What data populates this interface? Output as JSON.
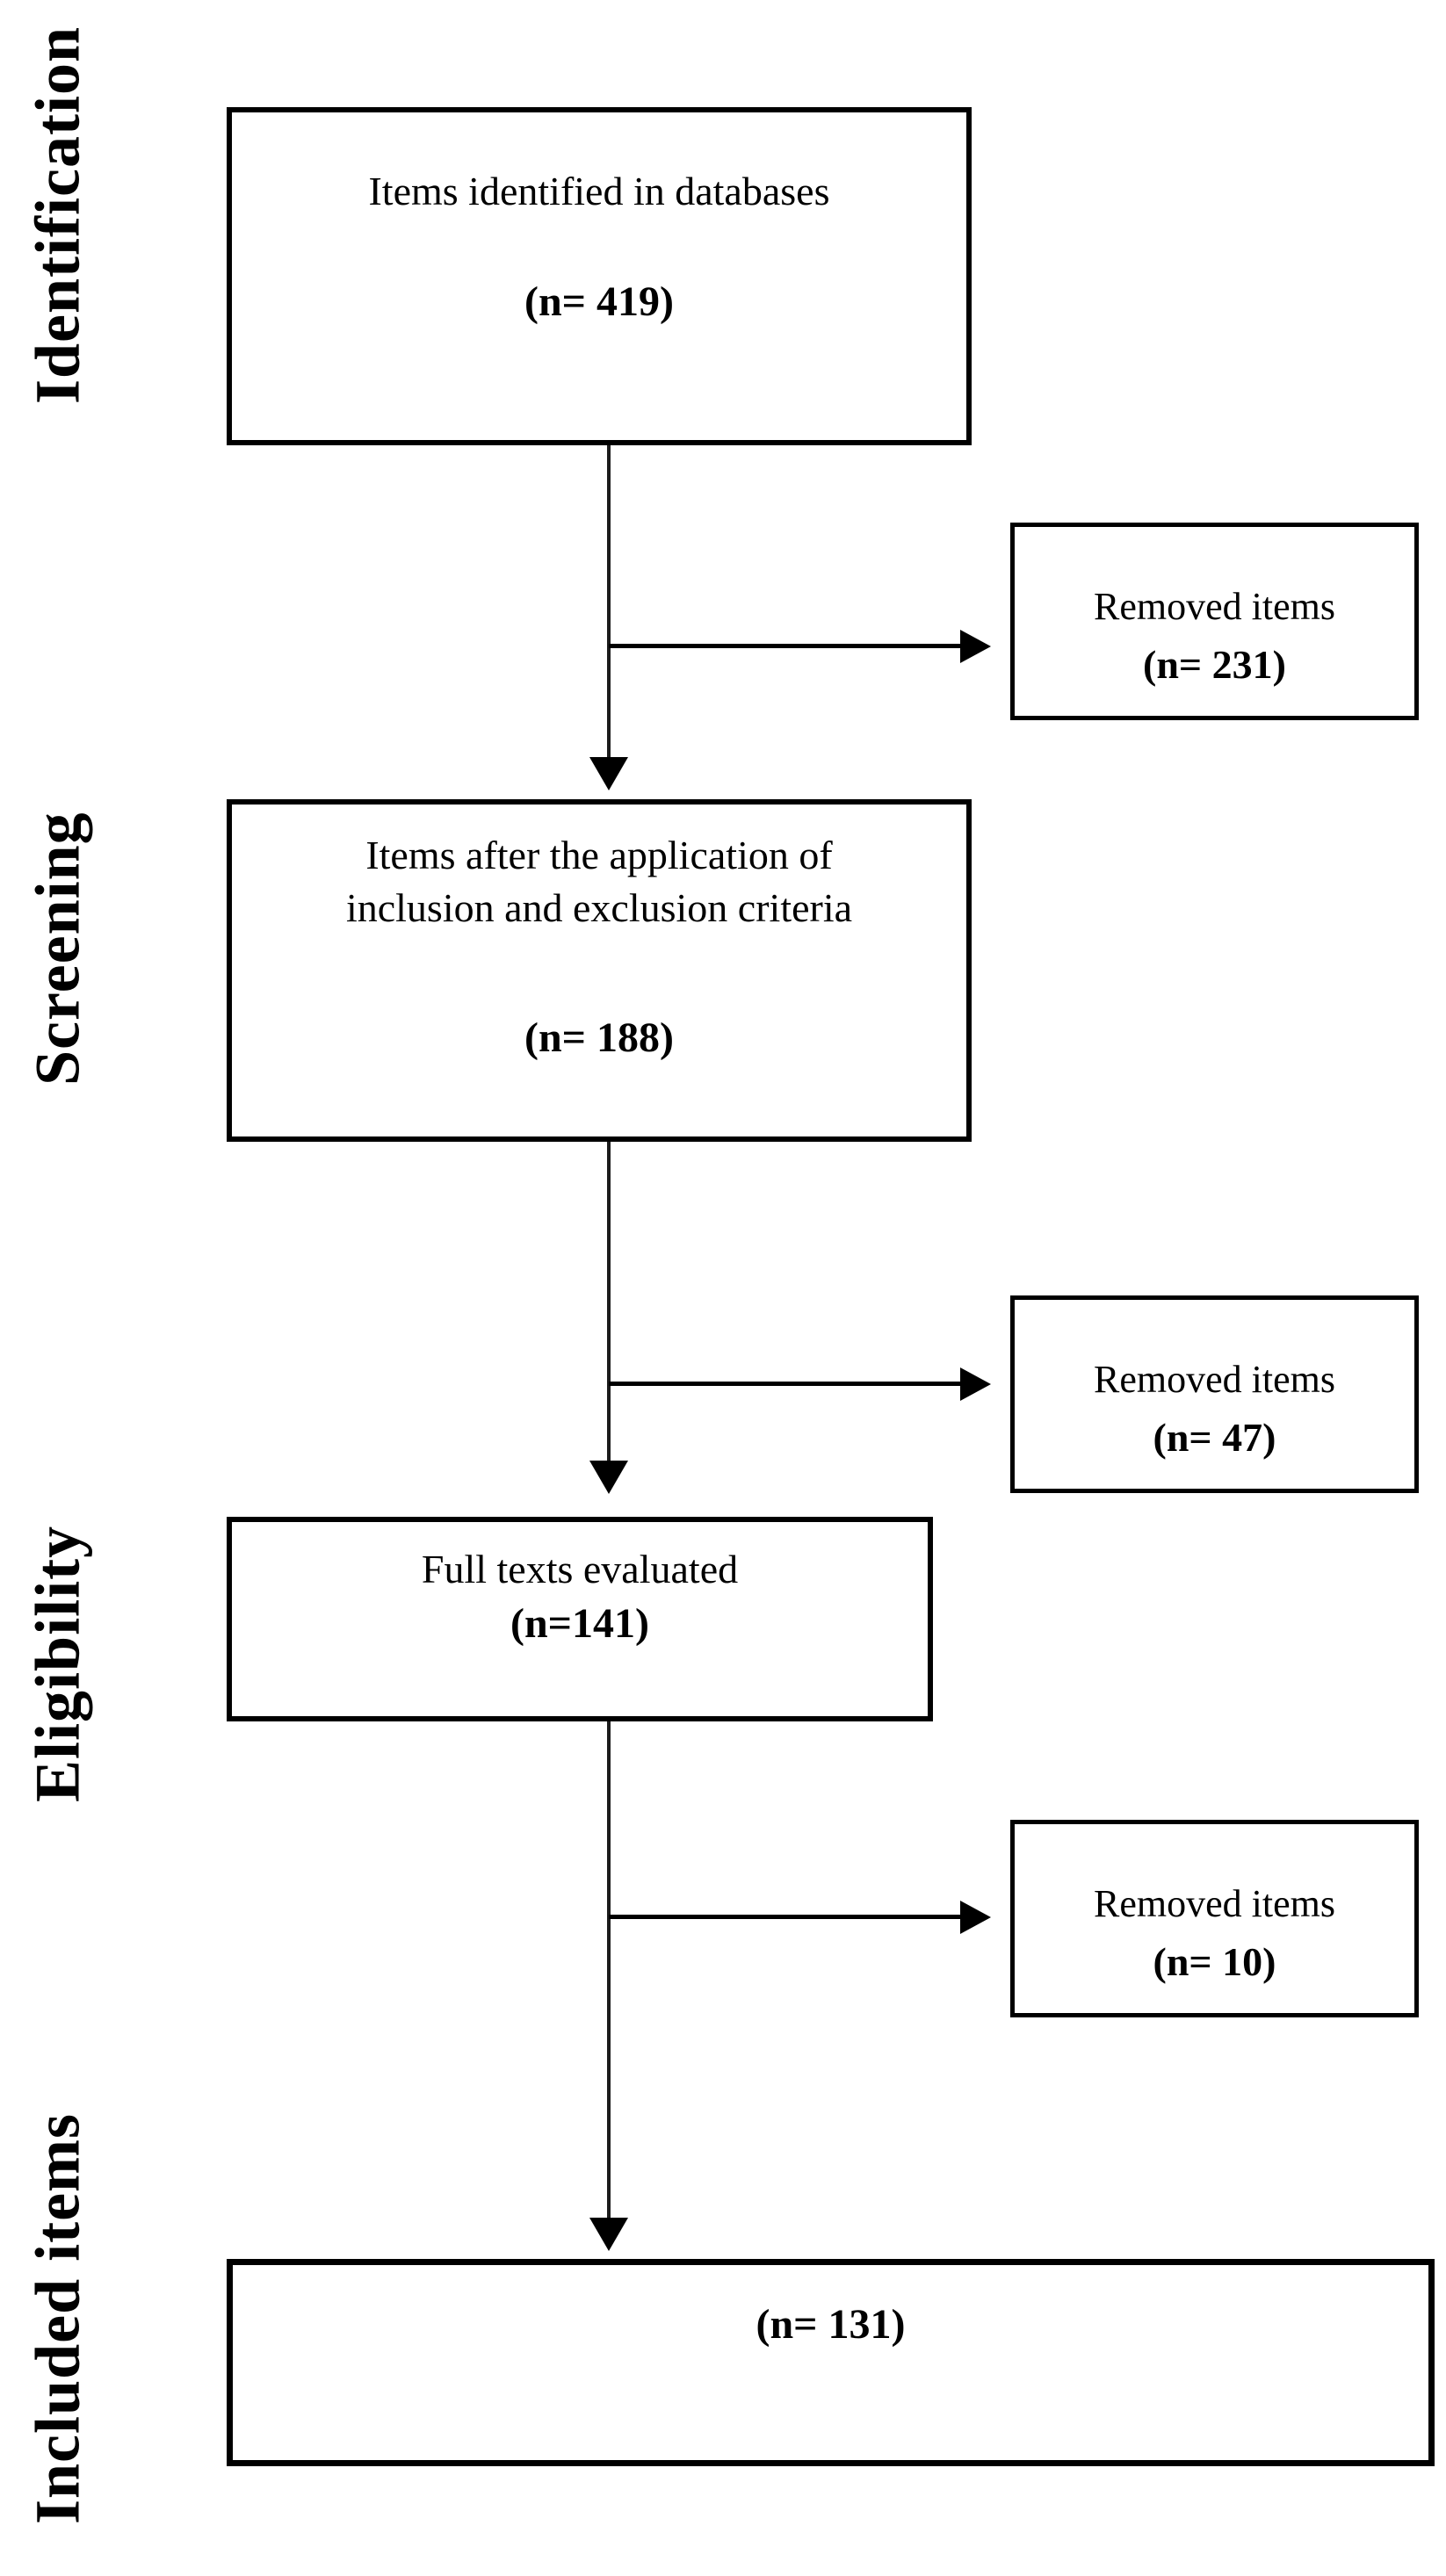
{
  "page": {
    "background": "#ffffff",
    "line_color": "#000000",
    "text_color": "#000000"
  },
  "stages": [
    {
      "label": "Identification"
    },
    {
      "label": "Screening"
    },
    {
      "label": "Eligibility"
    },
    {
      "label": "Included items"
    }
  ],
  "flow": {
    "box1": {
      "line1": "Items identified in databases",
      "count": "(n= 419)"
    },
    "box2": {
      "line1": "Items after the application of",
      "line2": "inclusion and exclusion criteria",
      "count": "(n= 188)"
    },
    "box3": {
      "line1": "Full texts evaluated",
      "count": "(n=141)"
    },
    "box4": {
      "count": "(n= 131)"
    }
  },
  "side": [
    {
      "label": "Removed items",
      "count": "(n= 231)"
    },
    {
      "label": "Removed items",
      "count": "(n= 47)"
    },
    {
      "label": "Removed items",
      "count": "(n= 10)"
    }
  ]
}
